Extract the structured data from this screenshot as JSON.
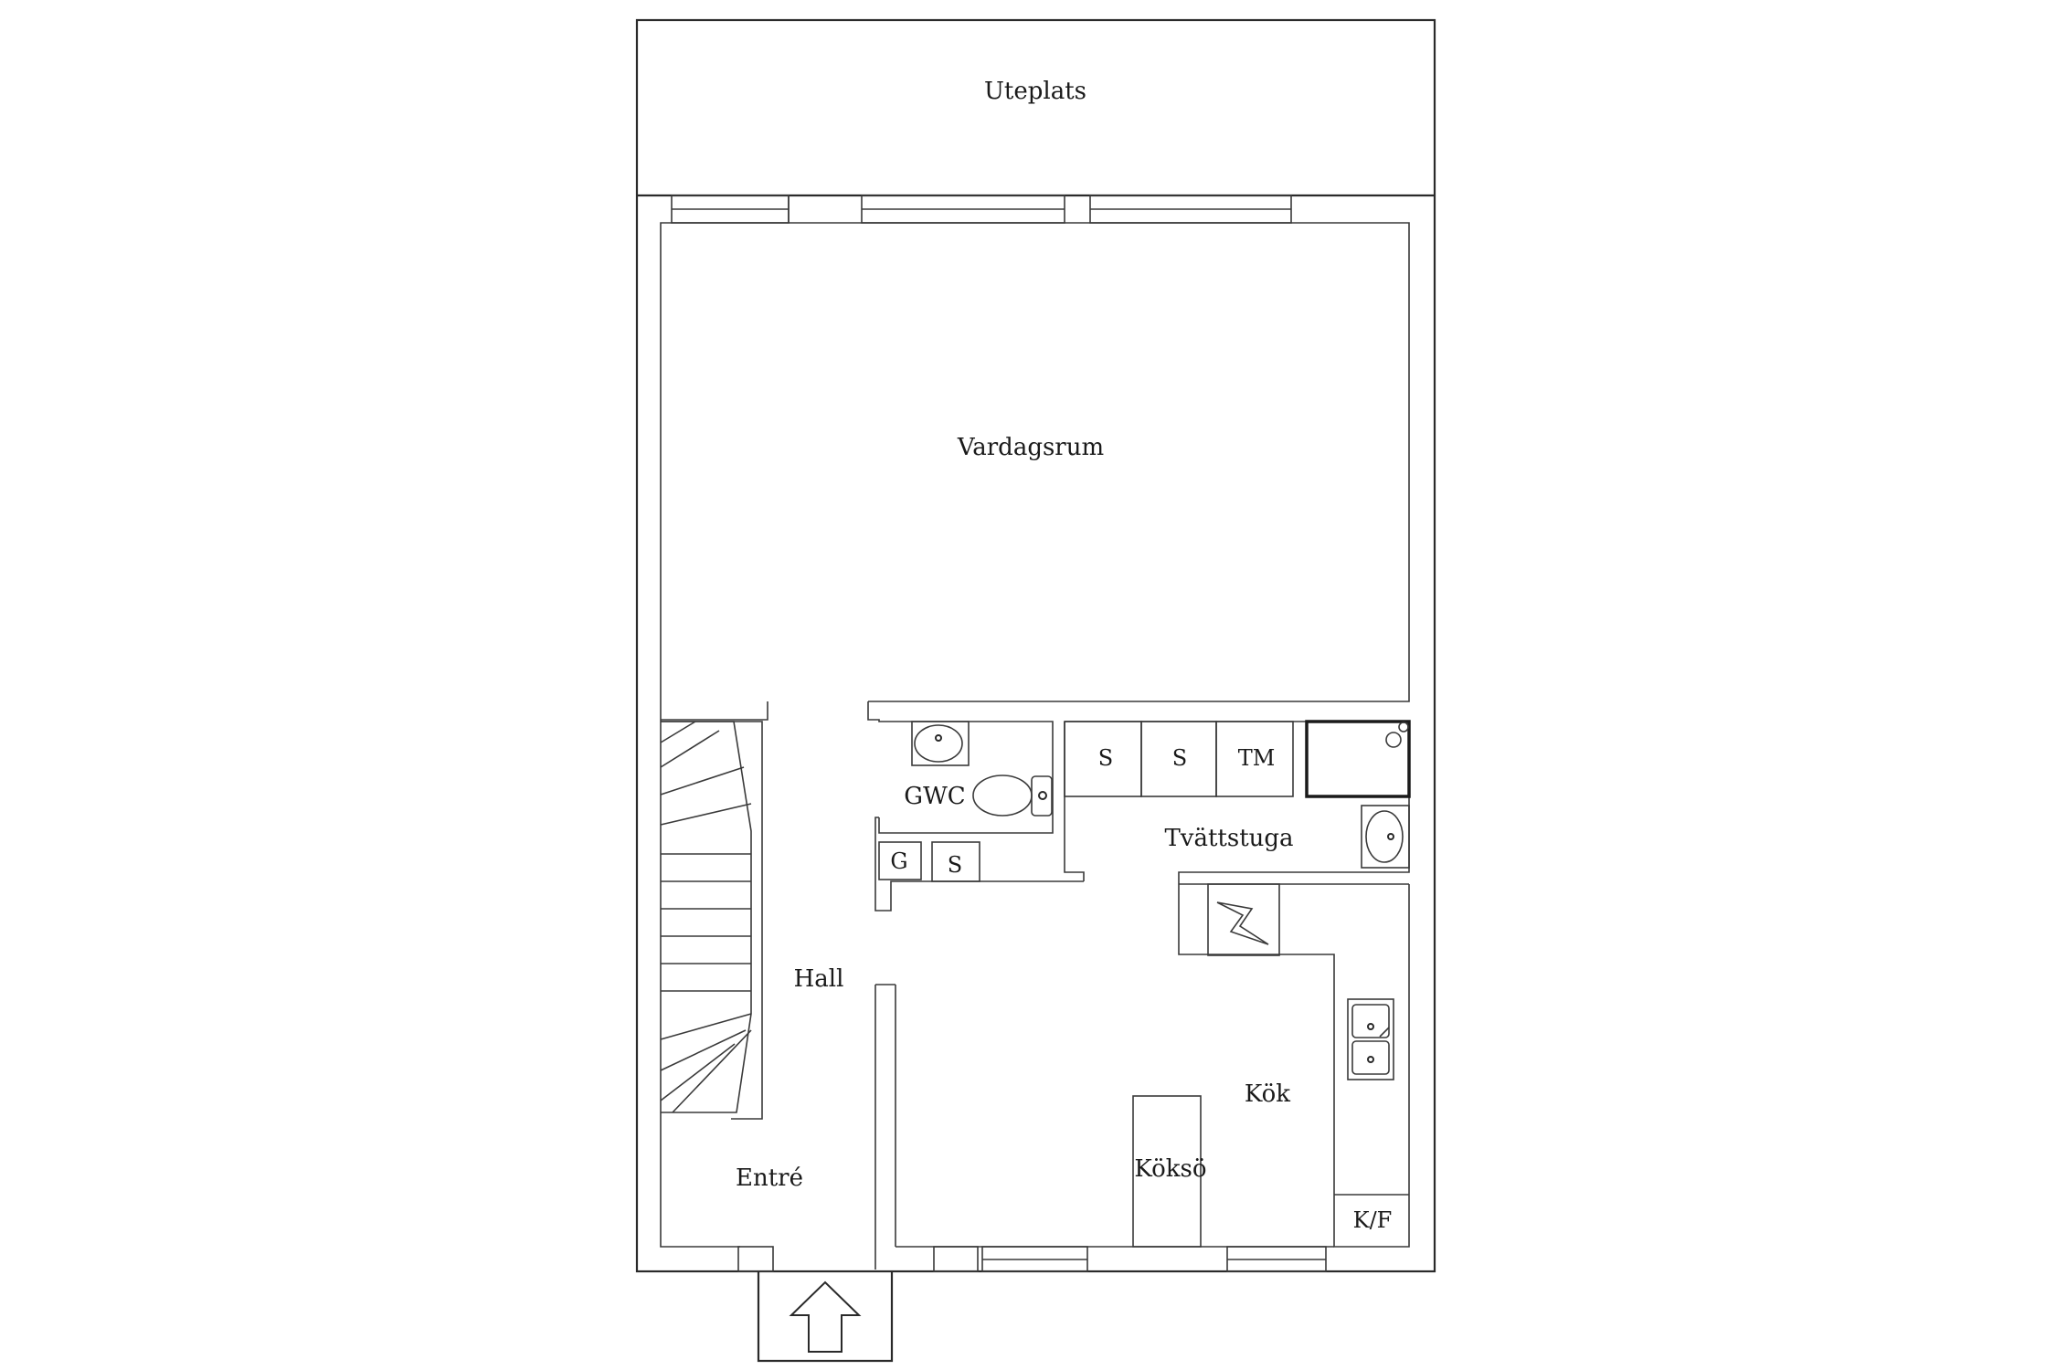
{
  "rooms": {
    "uteplats": "Uteplats",
    "vardagsrum": "Vardagsrum",
    "gwc": "GWC",
    "tvattstuga": "Tvättstuga",
    "hall": "Hall",
    "kok": "Kök",
    "entre": "Entré",
    "kokso": "Köksö"
  },
  "fixtures": {
    "storage_1": "S",
    "storage_2": "S",
    "tumbler": "TM",
    "g_cabinet": "G",
    "storage_hall": "S",
    "fridge_freezer": "K/F"
  },
  "icons": {
    "entrance": "entrance-arrow-icon",
    "stove": "stove-icon",
    "sink": "double-sink-icon",
    "toilet": "toilet-icon",
    "washbasin": "washbasin-icon",
    "shower": "shower-icon",
    "stairs": "staircase-icon"
  }
}
